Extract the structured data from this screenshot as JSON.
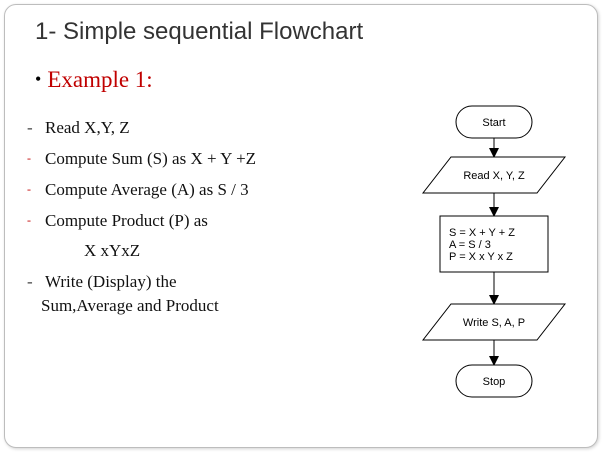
{
  "slide": {
    "title": "1- Simple sequential Flowchart",
    "subtitle": "Example 1:",
    "steps": [
      {
        "marker": "-",
        "text": "Read X,Y, Z"
      },
      {
        "marker": "-",
        "text": "Compute Sum (S) as X + Y +Z"
      },
      {
        "marker": "-",
        "text": "Compute Average (A) as S / 3"
      },
      {
        "marker": "-",
        "text": "Compute Product (P) as",
        "continuation": "X xYxZ"
      },
      {
        "marker": "-",
        "text": "Write (Display) the",
        "continuation": "Sum,Average and Product"
      }
    ]
  },
  "flowchart": {
    "nodes": [
      {
        "id": "start",
        "shape": "terminal",
        "lines": [
          "Start"
        ]
      },
      {
        "id": "read",
        "shape": "io",
        "lines": [
          "Read X, Y, Z"
        ]
      },
      {
        "id": "compute",
        "shape": "process",
        "lines": [
          "S = X + Y + Z",
          "A = S / 3",
          "P = X x Y x Z"
        ]
      },
      {
        "id": "write",
        "shape": "io",
        "lines": [
          "Write S, A, P"
        ]
      },
      {
        "id": "stop",
        "shape": "terminal",
        "lines": [
          "Stop"
        ]
      }
    ],
    "edges": [
      {
        "from": "start",
        "to": "read"
      },
      {
        "from": "read",
        "to": "compute"
      },
      {
        "from": "compute",
        "to": "write"
      },
      {
        "from": "write",
        "to": "stop"
      }
    ]
  }
}
